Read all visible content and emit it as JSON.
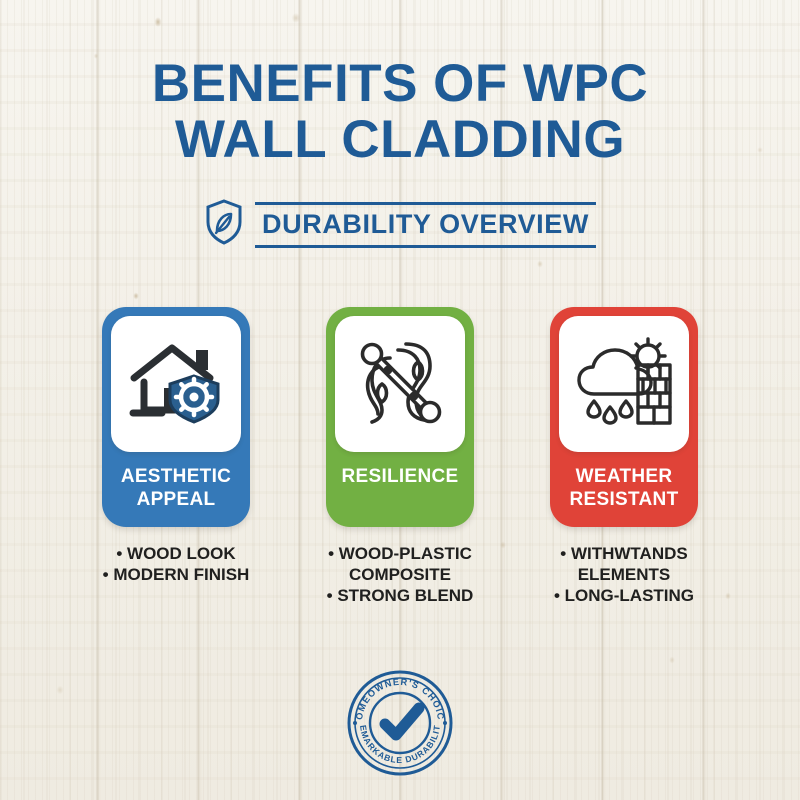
{
  "colors": {
    "brand_blue": "#1f5b96",
    "card_blue": "#3579b8",
    "card_green": "#72b043",
    "card_red": "#e04338",
    "text_dark": "#20201f",
    "background": "#f4f1ea"
  },
  "header": {
    "title_line1": "BENEFITS OF WPC",
    "title_line2": "WALL CLADDING",
    "subtitle": "DURABILITY OVERVIEW",
    "subtitle_icon": "shield-leaf-icon"
  },
  "cards": [
    {
      "id": "aesthetic-appeal",
      "label": "AESTHETIC\nAPPEAL",
      "color": "#3579b8",
      "icon": "house-shield-gear-icon",
      "bullets": [
        "• WOOD LOOK",
        "• MODERN FINISH"
      ]
    },
    {
      "id": "resilience",
      "label": "RESILIENCE",
      "color": "#72b043",
      "icon": "polymer-composite-icon",
      "bullets": [
        "• WOOD-PLASTIC\nCOMPOSITE",
        "• STRONG BLEND"
      ]
    },
    {
      "id": "weather-resistant",
      "label": "WEATHER\nRESISTANT",
      "color": "#e04338",
      "icon": "cloud-rain-sun-brickwall-icon",
      "bullets": [
        "• WITHWTANDS\nELEMENTS",
        "• LONG-LASTING"
      ]
    }
  ],
  "seal": {
    "top_arc_text": "HOMEOWNER'S CHOICE",
    "bottom_arc_text": "REMARKABLE DURABILITY",
    "center_icon": "checkmark-icon",
    "color": "#1f5b96"
  }
}
